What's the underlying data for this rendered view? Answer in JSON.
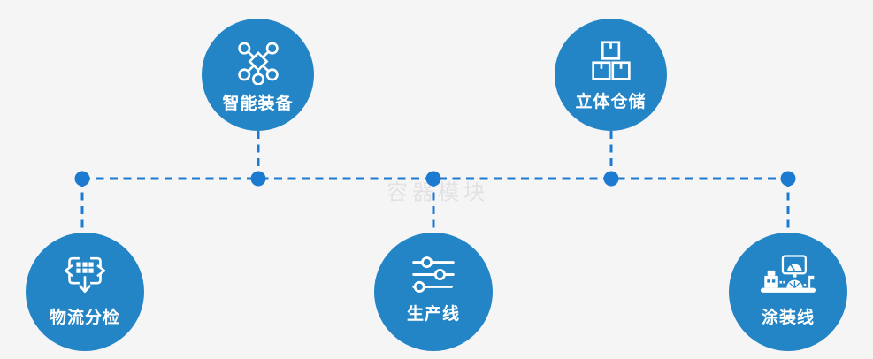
{
  "watermark": {
    "text": "容器模块"
  },
  "colors": {
    "background": "#f5f5f6",
    "circle": "#2385c6",
    "connector": "#1c7ad0",
    "icon": "#ffffff",
    "watermark": "#e2e2e4",
    "label": "#ffffff"
  },
  "nodes": [
    {
      "id": "smart-equipment",
      "label": "智能装备",
      "icon": "network-nodes-icon",
      "position": "top-left"
    },
    {
      "id": "vertical-storage",
      "label": "立体仓储",
      "icon": "stacked-boxes-icon",
      "position": "top-right"
    },
    {
      "id": "logistics-sorting",
      "label": "物流分检",
      "icon": "sorting-arrows-icon",
      "position": "bottom-left"
    },
    {
      "id": "production-line",
      "label": "生产线",
      "icon": "sliders-icon",
      "position": "bottom-center"
    },
    {
      "id": "coating-line",
      "label": "涂装线",
      "icon": "machine-monitor-icon",
      "position": "bottom-right"
    }
  ]
}
